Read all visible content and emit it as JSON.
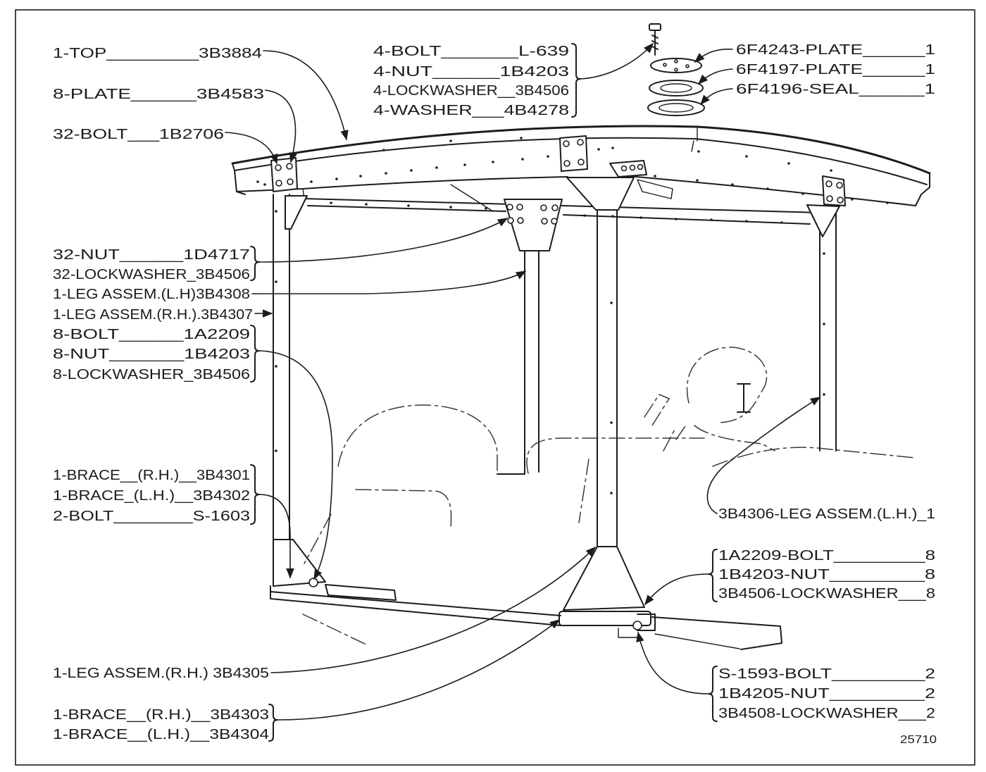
{
  "drawing_number": "25710",
  "callouts": {
    "top": "1-TOP_________3B3884",
    "plate": "8-PLATE______3B4583",
    "bolt_32": "32-BOLT___1B2706",
    "bolt_group_4": [
      "4-BOLT_______L-639",
      "4-NUT______1B4203",
      "4-LOCKWASHER__3B4506",
      "4-WASHER___4B4278"
    ],
    "plate_group": [
      "6F4243-PLATE______1",
      "6F4197-PLATE______1",
      "6F4196-SEAL______1"
    ],
    "nut_group_32": [
      "32-NUT______1D4717",
      "32-LOCKWASHER_3B4506"
    ],
    "leg_lh": "1-LEG ASSEM.(L.H)3B4308",
    "leg_rh": "1-LEG ASSEM.(R.H.).3B4307",
    "bolt_group_8": [
      "8-BOLT______1A2209",
      "8-NUT_______1B4203",
      "8-LOCKWASHER_3B4506"
    ],
    "brace_group_upper": [
      "1-BRACE__(R.H.)__3B4301",
      "1-BRACE_(L.H.)__3B4302",
      "2-BOLT________S-1603"
    ],
    "leg_assem_3b4306": "3B4306-LEG ASSEM.(L.H.)_1",
    "base_bolt_group": [
      "1A2209-BOLT_________8",
      "1B4203-NUT_________8",
      "3B4506-LOCKWASHER___8"
    ],
    "leg_rh_3b4305": "1-LEG ASSEM.(R.H.) 3B4305",
    "brace_bolt_group": [
      "S-1593-BOLT_________2",
      "1B4205-NUT_________2",
      "3B4508-LOCKWASHER___2"
    ],
    "brace_group_lower": [
      "1-BRACE__(R.H.)__3B4303",
      "1-BRACE__(L.H.)__3B4304"
    ]
  }
}
